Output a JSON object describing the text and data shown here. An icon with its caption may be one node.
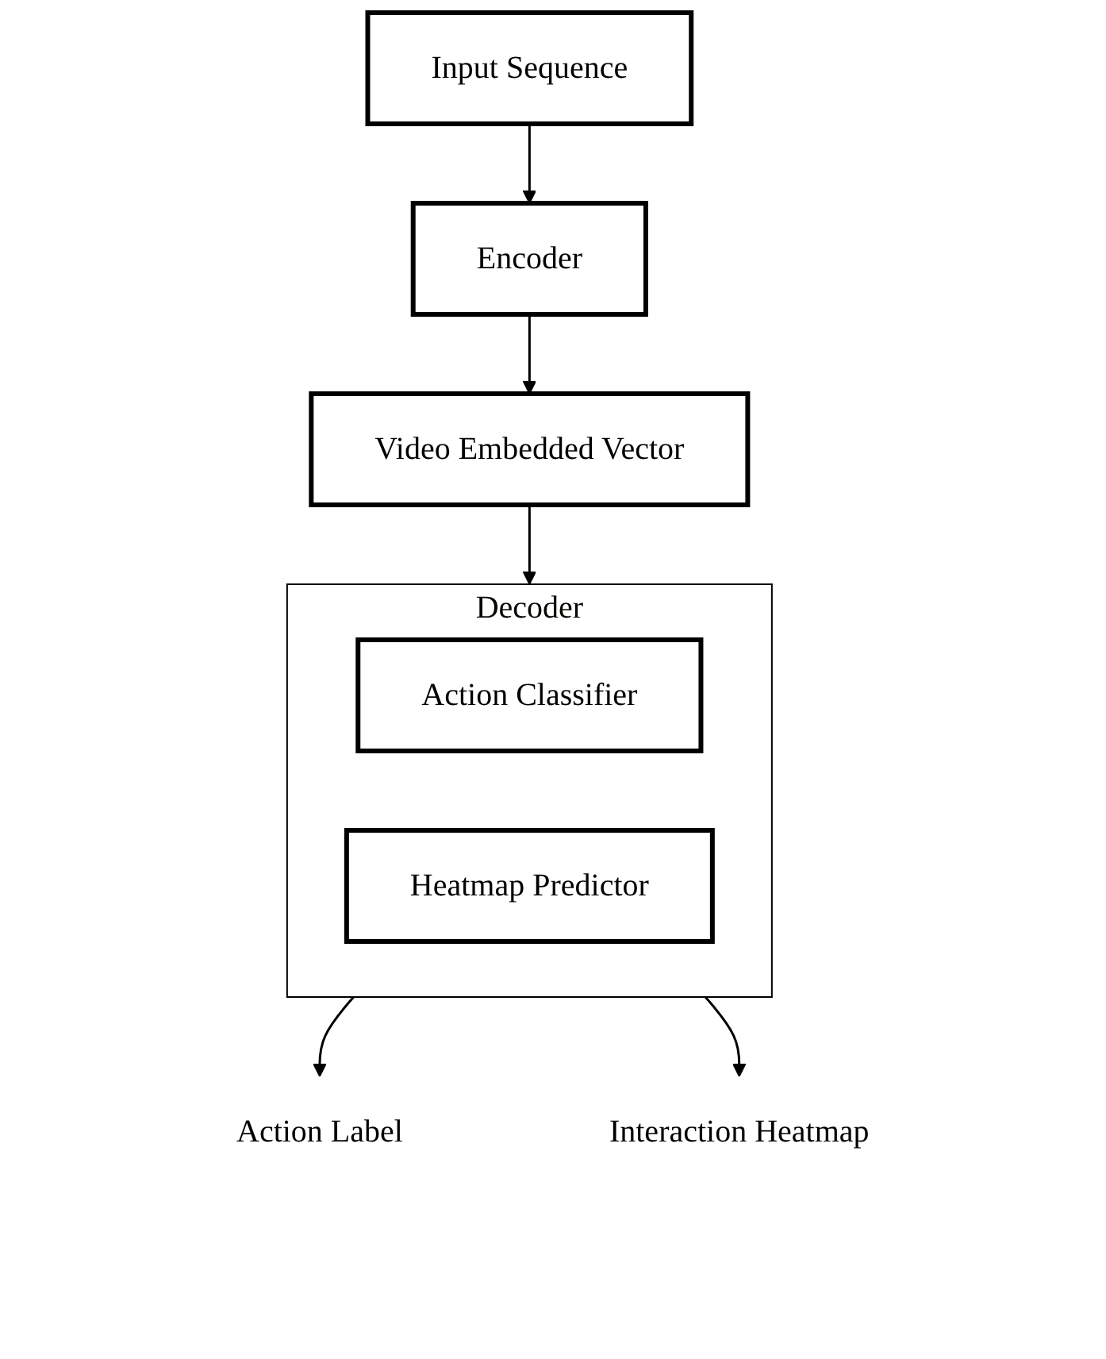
{
  "diagram": {
    "nodes": [
      {
        "text": [
          "Input Sequence"
        ]
      },
      {
        "text": [
          "Encoder"
        ]
      },
      {
        "text": [
          "Video Embedded Vector"
        ]
      },
      {
        "text": [
          "Decoder"
        ]
      },
      {
        "text": [
          "Action Classifier"
        ],
        "in": 3
      },
      {
        "text": [
          "Heatmap Predictor"
        ],
        "in": 3
      },
      {
        "text": [
          "Action Label"
        ]
      },
      {
        "text": [
          "Interaction Heatmap"
        ]
      }
    ],
    "edges": [
      {
        "from": 0,
        "to": 1,
        "arrow": "to"
      },
      {
        "from": 1,
        "to": 2,
        "arrow": "to"
      },
      {
        "from": 2,
        "to": 3,
        "arrow": "to"
      },
      {
        "from": 3,
        "to": 6,
        "arrow": "to"
      },
      {
        "from": 3,
        "to": 7,
        "arrow": "to"
      }
    ]
  }
}
